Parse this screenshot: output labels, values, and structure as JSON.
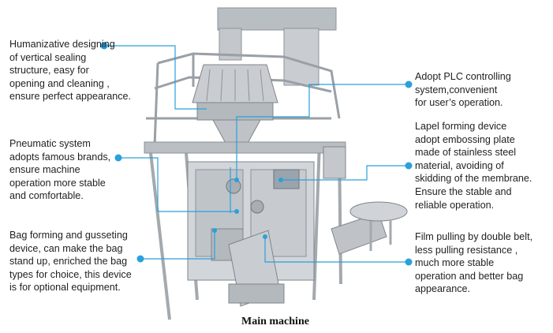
{
  "colors": {
    "callout_line": "#2aa0dc",
    "callout_dot": "#2aa0dc",
    "machine_metal": "#c9cdd1",
    "machine_dark": "#8e9399"
  },
  "icons": [
    "multihead-weigher",
    "vertical-packing-machine",
    "bucket-elevator",
    "output-conveyor"
  ],
  "callouts": {
    "vertical_sealing": "Humanizative designing\nof vertical sealing\nstructure, easy for\nopening and cleaning ,\nensure perfect appearance.",
    "pneumatic": "Pneumatic system\nadopts famous brands,\nensure machine\noperation more stable\nand comfortable.",
    "bag_forming": "Bag forming and gusseting\ndevice, can make the bag\nstand up, enriched the bag\ntypes for choice, this device\nis for optional equipment.",
    "plc": "Adopt PLC controlling\nsystem,convenient\nfor user’s operation.",
    "lapel": "Lapel forming device\nadopt embossing plate\nmade of stainless steel\nmaterial, avoiding of\nskidding of the membrane.\nEnsure the stable and\nreliable operation.",
    "film_pulling": "Film pulling by double belt,\nless pulling resistance ,\nmuch more stable\noperation and better bag\nappearance."
  },
  "caption": "Main machine"
}
